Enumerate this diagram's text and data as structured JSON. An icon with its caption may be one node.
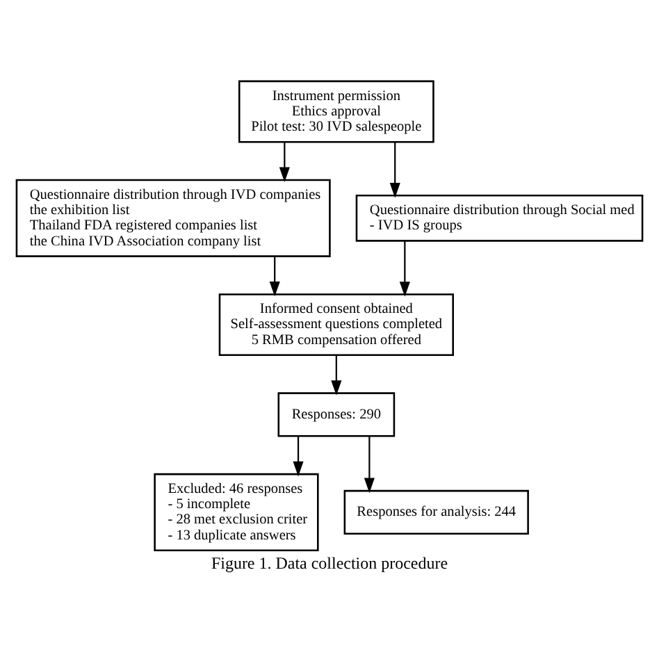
{
  "diagram": {
    "caption": "Figure 1. Data collection procedure",
    "nodes": [
      {
        "text": [
          "Instrument permission",
          "Ethics approval",
          "Pilot test: 30 IVD salespeople"
        ]
      },
      {
        "text": [
          "Questionnaire distribution through IVD companies",
          "the exhibition list",
          "Thailand FDA registered companies list",
          "the China IVD Association company list"
        ]
      },
      {
        "text": [
          "Questionnaire distribution through Social med",
          "- IVD IS groups"
        ]
      },
      {
        "text": [
          "Informed consent obtained",
          "Self-assessment questions completed",
          "5 RMB compensation offered"
        ]
      },
      {
        "text": [
          "Responses: 290"
        ]
      },
      {
        "text": [
          "Excluded: 46 responses",
          "- 5 incomplete",
          "- 28 met exclusion criter",
          "- 13 duplicate answers"
        ]
      },
      {
        "text": [
          "Responses for analysis: 244"
        ]
      }
    ],
    "edges": [
      {
        "from": 0,
        "to": 1,
        "arrow": "to"
      },
      {
        "from": 0,
        "to": 2,
        "arrow": "to"
      },
      {
        "from": 1,
        "to": 3,
        "arrow": "to"
      },
      {
        "from": 2,
        "to": 3,
        "arrow": "to"
      },
      {
        "from": 3,
        "to": 4,
        "arrow": "to"
      },
      {
        "from": 4,
        "to": 5,
        "arrow": "to"
      },
      {
        "from": 4,
        "to": 6,
        "arrow": "to"
      }
    ]
  }
}
